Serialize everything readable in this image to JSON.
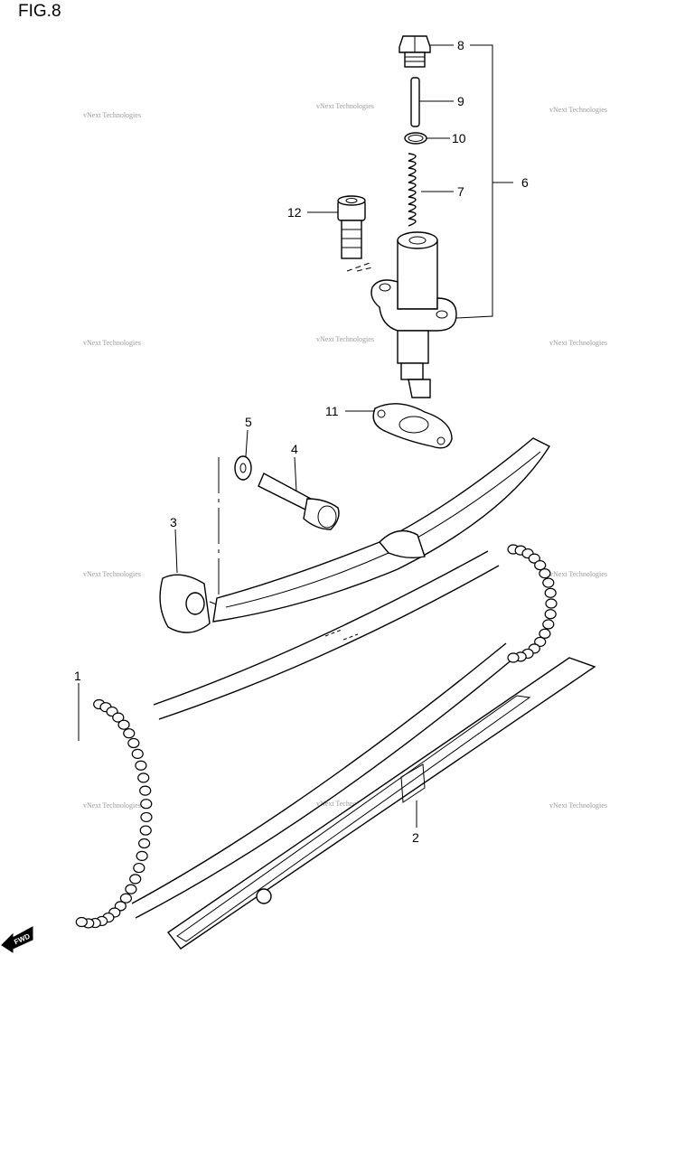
{
  "figure": {
    "title": "FIG.8"
  },
  "callouts": [
    {
      "id": "1",
      "label": "1"
    },
    {
      "id": "2",
      "label": "2"
    },
    {
      "id": "3",
      "label": "3"
    },
    {
      "id": "4",
      "label": "4"
    },
    {
      "id": "5",
      "label": "5"
    },
    {
      "id": "6",
      "label": "6"
    },
    {
      "id": "7",
      "label": "7"
    },
    {
      "id": "8",
      "label": "8"
    },
    {
      "id": "9",
      "label": "9"
    },
    {
      "id": "10",
      "label": "10"
    },
    {
      "id": "11",
      "label": "11"
    },
    {
      "id": "12",
      "label": "12"
    }
  ],
  "watermark": {
    "text": "vNext Technologies"
  },
  "fwd": {
    "label": "FWD"
  }
}
